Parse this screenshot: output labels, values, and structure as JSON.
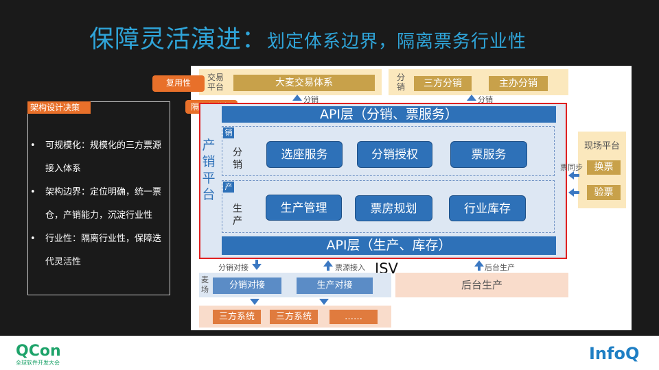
{
  "slide": {
    "title_main": "保障灵活演进：",
    "title_sub": "划定体系边界，隔离票务行业性"
  },
  "decision_panel": {
    "label": "架构设计决策",
    "bullets": [
      "可规模化：规模化的三方票源",
      "接入体系",
      "架构边界：定位明确，统一票",
      "仓，产销能力，沉淀行业性",
      "行业性：隔离行业性，保障迭",
      "代灵活性"
    ]
  },
  "diagram": {
    "reuse_tag": "复用性",
    "isolation_tag": "隔离行业性",
    "trade_platform_label": "交易\n平台",
    "trade_system": "大麦交易体系",
    "distribution_label": "分\n销",
    "third_party_distribution": "三方分销",
    "organizer_distribution": "主办分销",
    "arrow_distribution_1": "分销",
    "arrow_distribution_2": "分销",
    "platform_label": "产\n销\n平\n台",
    "api_top": "API层（分销、票服务）",
    "sales_tag": "销",
    "sales_label": "分\n销",
    "sales_services": [
      "选座服务",
      "分销授权",
      "票服务"
    ],
    "production_tag": "产",
    "production_label": "生\n产",
    "production_services": [
      "生产管理",
      "票房规划",
      "行业库存"
    ],
    "api_bottom": "API层（生产、库存）",
    "onsite_platform": "现场平台",
    "onsite_exchange": "换票",
    "onsite_verify": "验票",
    "ticket_sync": "票同步",
    "arrow_distribution_dock": "分销对接",
    "arrow_ticket_access": "票源接入",
    "arrow_backend_production": "后台生产",
    "isv": "ISV",
    "maichang_label": "麦\n场",
    "maichang_distribution_dock": "分销对接",
    "maichang_production_dock": "生产对接",
    "backend_production": "后台生产",
    "third_party_systems": [
      "三方系统",
      "三方系统",
      "……"
    ]
  },
  "footer": {
    "qcon_logo": "QCon",
    "qcon_sub": "全球软件开发大会",
    "infoq_logo": "InfoQ"
  },
  "colors": {
    "title": "#2fa4d8",
    "accent_orange": "#e8702a",
    "blue": "#2e71b8",
    "gold": "#c8a14a",
    "frame_red": "#e02020"
  }
}
